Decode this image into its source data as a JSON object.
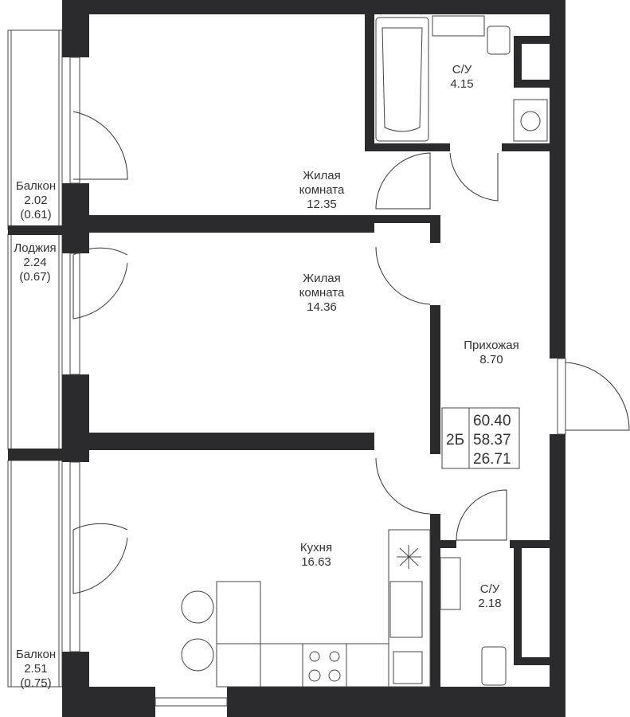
{
  "rooms": [
    {
      "name": "Балкон",
      "area": "2.02",
      "area_reduced": "(0.61)"
    },
    {
      "name": "Лоджия",
      "area": "2.24",
      "area_reduced": "(0.67)"
    },
    {
      "name": "Балкон",
      "area": "2.51",
      "area_reduced": "(0.75)"
    },
    {
      "name_line1": "Жилая",
      "name_line2": "комната",
      "area": "12.35"
    },
    {
      "name_line1": "Жилая",
      "name_line2": "комната",
      "area": "14.36"
    },
    {
      "name": "Кухня",
      "area": "16.63"
    },
    {
      "name": "С/У",
      "area": "4.15"
    },
    {
      "name": "С/У",
      "area": "2.18"
    },
    {
      "name": "Прихожая",
      "area": "8.70"
    }
  ],
  "summary": {
    "type": "2Б",
    "total_area": "60.40",
    "living_area_total": "58.37",
    "living_area": "26.71"
  },
  "colors": {
    "wall": "#2b2b2d",
    "line": "#444444"
  }
}
